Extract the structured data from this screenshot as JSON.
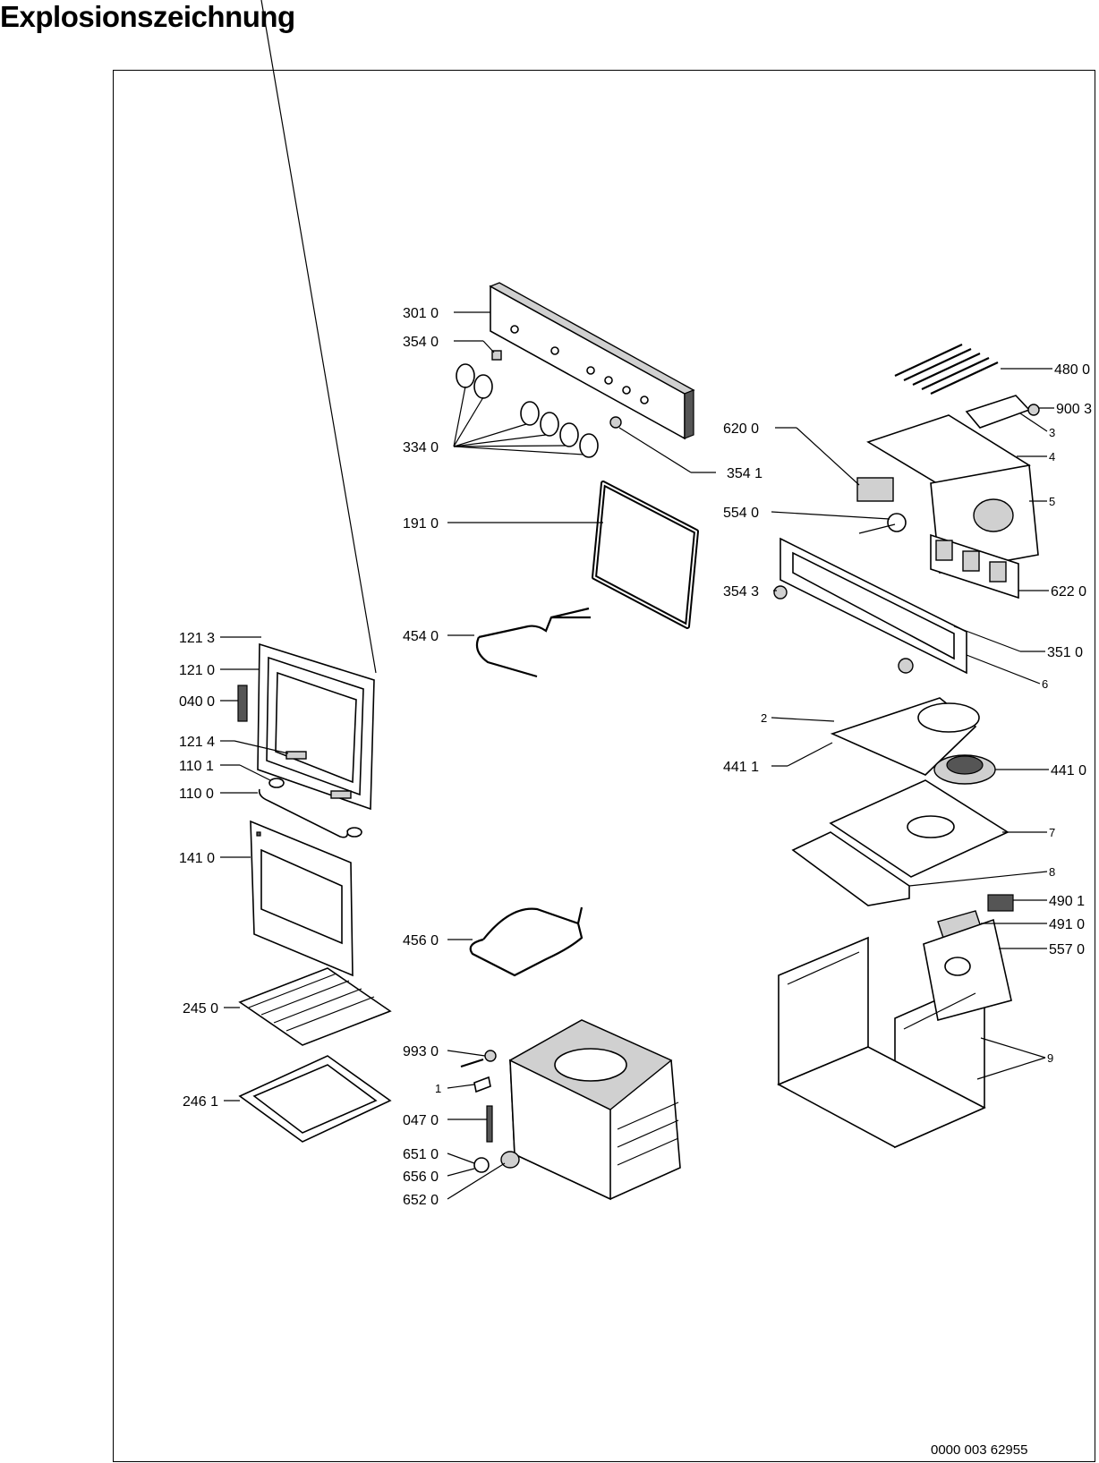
{
  "header": {
    "title": "Explosionszeichnung"
  },
  "document_number": "0000 003 62955",
  "labels": {
    "l3010": "301 0",
    "l3540": "354 0",
    "l3340": "334 0",
    "l3541": "354 1",
    "l1910": "191 0",
    "l4540": "454 0",
    "l1213": "121 3",
    "l1210": "121 0",
    "l0400": "040 0",
    "l1214": "121 4",
    "l1101": "110 1",
    "l1100": "110 0",
    "l1410": "141 0",
    "l4560": "456 0",
    "l2450": "245 0",
    "l2461": "246 1",
    "l9930": "993 0",
    "l1": "1",
    "l0470": "047 0",
    "l6510": "651 0",
    "l6560": "656 0",
    "l6520": "652 0",
    "l4800": "480 0",
    "l9003": "900 3",
    "l3": "3",
    "l4": "4",
    "l6200": "620 0",
    "l5": "5",
    "l5540": "554 0",
    "l3543": "354 3",
    "l6220": "622 0",
    "l3510": "351 0",
    "l6": "6",
    "l2": "2",
    "l4411": "441 1",
    "l4410": "441 0",
    "l7": "7",
    "l8": "8",
    "l4901": "490 1",
    "l4910": "491 0",
    "l5570": "557 0",
    "l9": "9"
  }
}
